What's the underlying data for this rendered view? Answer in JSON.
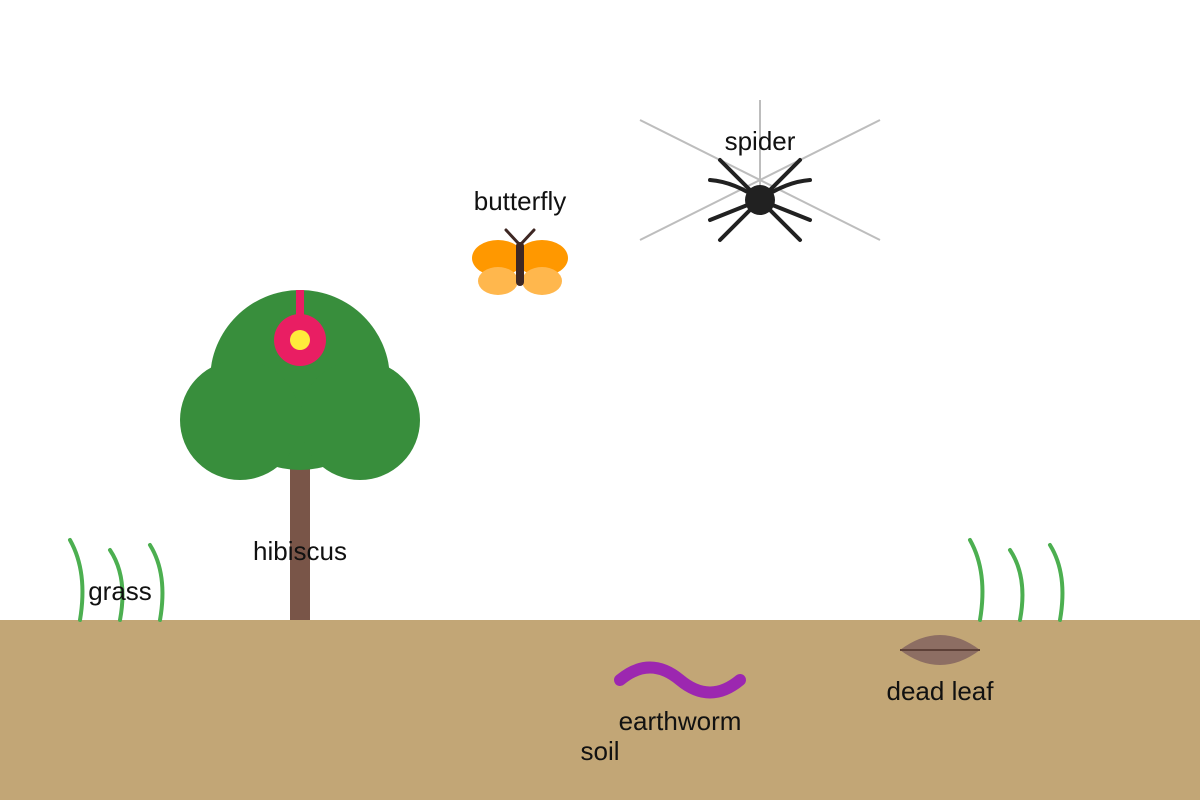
{
  "labels": {
    "spider": "spider",
    "butterfly": "butterfly",
    "hibiscus": "hibiscus",
    "grass": "grass",
    "earthworm": "earthworm",
    "dead_leaf": "dead leaf",
    "soil": "soil"
  },
  "colors": {
    "background": "#ffffff",
    "soil": "#c2a676",
    "grass": "#4caf50",
    "tree_canopy": "#388e3c",
    "tree_trunk": "#795548",
    "flower_petal": "#e91e63",
    "flower_center": "#ffeb3b",
    "butterfly_wing_upper": "#ff9800",
    "butterfly_wing_lower": "#ffb74d",
    "butterfly_body": "#3e2723",
    "spider": "#212121",
    "web": "#bdbdbd",
    "earthworm": "#9c27b0",
    "dead_leaf": "#8d6e63"
  }
}
